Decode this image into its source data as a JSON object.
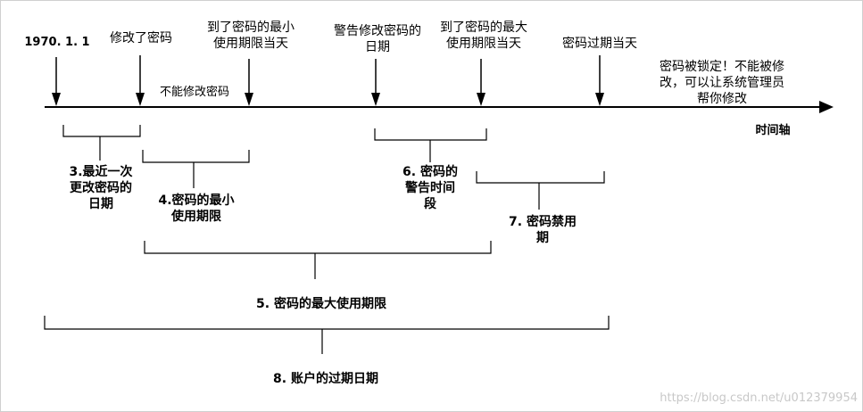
{
  "diagram": {
    "axis_label": "时间轴",
    "events": [
      {
        "id": "epoch",
        "label": "1970. 1. 1"
      },
      {
        "id": "last-change",
        "label": "修改了密码"
      },
      {
        "id": "min-reached",
        "label": "到了密码的最小\n使用期限当天"
      },
      {
        "id": "warn-date",
        "label": "警告修改密码的\n日期"
      },
      {
        "id": "max-reached",
        "label": "到了密码的最大\n使用期限当天"
      },
      {
        "id": "expired-day",
        "label": "密码过期当天"
      }
    ],
    "note_no_change": "不能修改密码",
    "note_locked": "密码被锁定！不能被修\n改，可以让系统管理员\n帮你修改",
    "periods": [
      {
        "id": "p3",
        "label": "3.最近一次\n更改密码的\n日期"
      },
      {
        "id": "p4",
        "label": "4.密码的最小\n使用期限"
      },
      {
        "id": "p5",
        "label": "5. 密码的最大使用期限"
      },
      {
        "id": "p6",
        "label": "6. 密码的\n警告时间\n段"
      },
      {
        "id": "p7",
        "label": "7. 密码禁用\n期"
      },
      {
        "id": "p8",
        "label": "8. 账户的过期日期"
      }
    ]
  },
  "watermark": "https://blog.csdn.net/u012379954",
  "colors": {
    "line": "#000000",
    "watermark": "#c8c8c8"
  }
}
